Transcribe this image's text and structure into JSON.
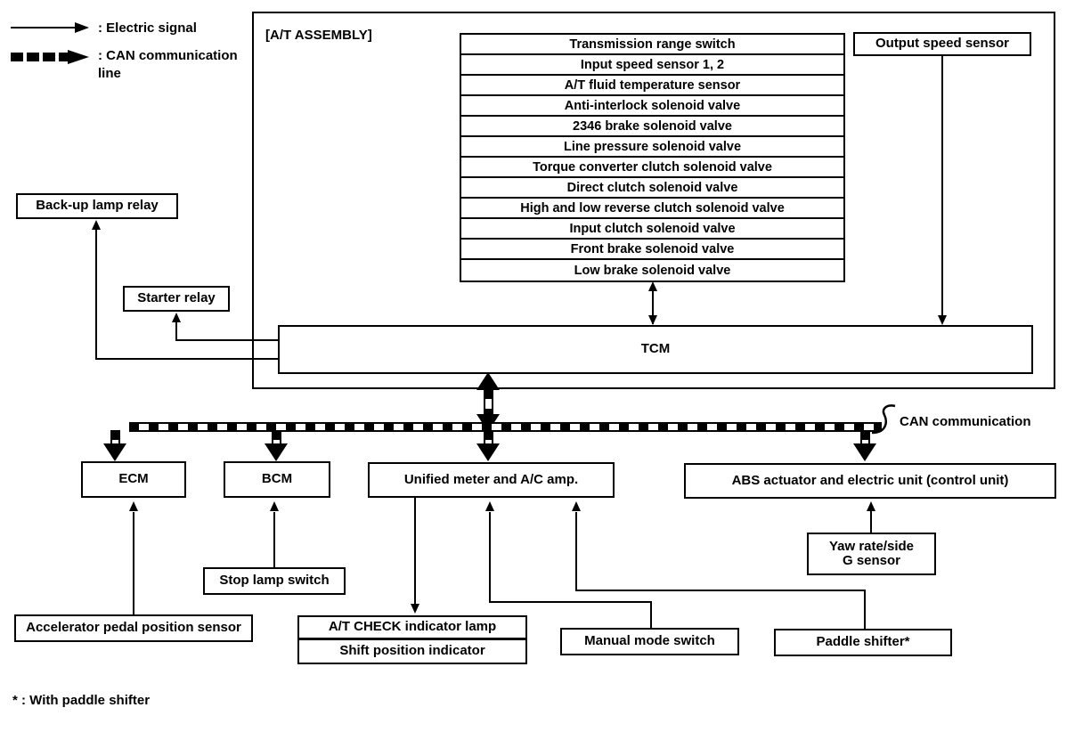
{
  "legend": {
    "electric_signal": ": Electric signal",
    "can_line": ": CAN communication\nline"
  },
  "assembly": {
    "title": "[A/T ASSEMBLY]",
    "tcm_label": "TCM",
    "components": [
      "Transmission range switch",
      "Input speed sensor 1, 2",
      "A/T fluid temperature sensor",
      "Anti-interlock solenoid valve",
      "2346 brake solenoid valve",
      "Line pressure solenoid valve",
      "Torque converter clutch solenoid valve",
      "Direct clutch solenoid valve",
      "High and low reverse clutch solenoid valve",
      "Input clutch solenoid valve",
      "Front brake solenoid valve",
      "Low brake solenoid valve"
    ],
    "output_speed_sensor": "Output speed sensor"
  },
  "relays": {
    "backup_lamp_relay": "Back-up lamp relay",
    "starter_relay": "Starter relay"
  },
  "bus": {
    "can_label": "CAN communication"
  },
  "modules": {
    "ecm": "ECM",
    "bcm": "BCM",
    "unified_meter": "Unified meter and A/C amp.",
    "abs_unit": "ABS actuator and electric unit (control unit)"
  },
  "sensors": {
    "accelerator_pedal": "Accelerator pedal position sensor",
    "stop_lamp_switch": "Stop lamp switch",
    "at_check_lamp": "A/T CHECK indicator lamp",
    "shift_position_indicator": "Shift position indicator",
    "manual_mode_switch": "Manual mode switch",
    "yaw_rate_sensor": "Yaw rate/side\nG sensor",
    "paddle_shifter": "Paddle shifter*"
  },
  "footnote": "* : With paddle shifter",
  "colors": {
    "ink": "#000000",
    "paper": "#ffffff"
  }
}
